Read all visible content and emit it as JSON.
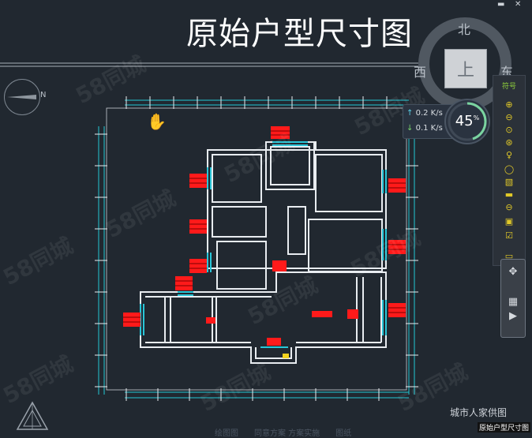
{
  "title": "原始户型尺寸图",
  "compass": {
    "north": "北",
    "west": "西",
    "east": "东",
    "view": "上"
  },
  "nav_compass_label": "N",
  "network": {
    "upload": "0.2",
    "download": "0.1",
    "unit": "K/s"
  },
  "gauge": {
    "value": 45,
    "unit": "%"
  },
  "toolbar": {
    "header": "符号",
    "icons": [
      "sun",
      "sun",
      "sun",
      "sun",
      "bulb",
      "circle",
      "hatch",
      "wall",
      "circle-cross",
      "square",
      "square-check",
      "bar"
    ]
  },
  "watermark": "58同城",
  "brand": "城市人家供图",
  "footer_strip": "原始户型尺寸图",
  "footer_bottom": "绘图图　　同意方案 方案实施　　图纸",
  "colors": {
    "background": "#212830",
    "walls": "#e8ecf0",
    "dimension": "#22c7d4",
    "windows": "#29c6d8",
    "door_marks": "#ff1a1a",
    "title": "#ffffff"
  }
}
